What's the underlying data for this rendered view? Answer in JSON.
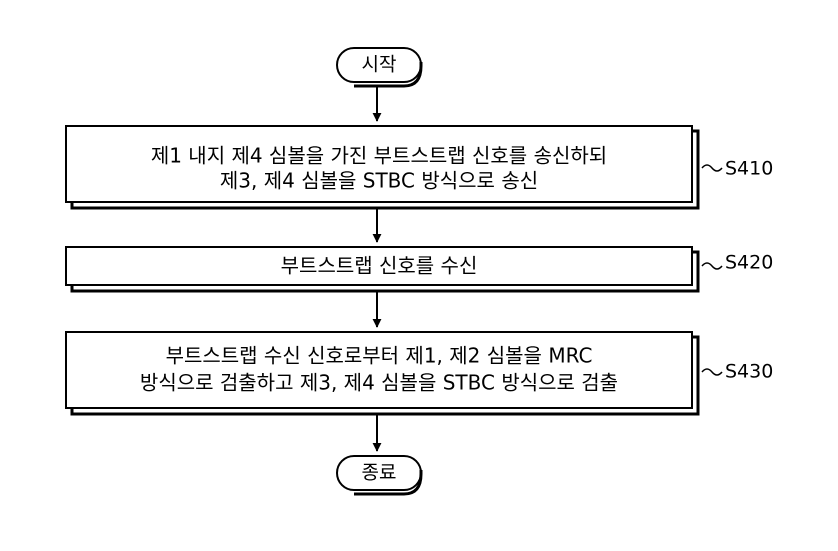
{
  "start_label": "시작",
  "end_label": "종료",
  "steps": [
    {
      "id": "S410",
      "lines": [
        "제1 내지 제4 심볼을 가진 부트스트랩 신호를 송신하되",
        "제3, 제4 심볼을 STBC 방식으로 송신"
      ]
    },
    {
      "id": "S420",
      "lines": [
        "부트스트랩 신호를 수신"
      ]
    },
    {
      "id": "S430",
      "lines": [
        "부트스트랩 수신 신호로부터 제1, 제2 심볼을 MRC",
        "방식으로 검출하고 제3, 제4 심볼을 STBC 방식으로 검출"
      ]
    }
  ]
}
